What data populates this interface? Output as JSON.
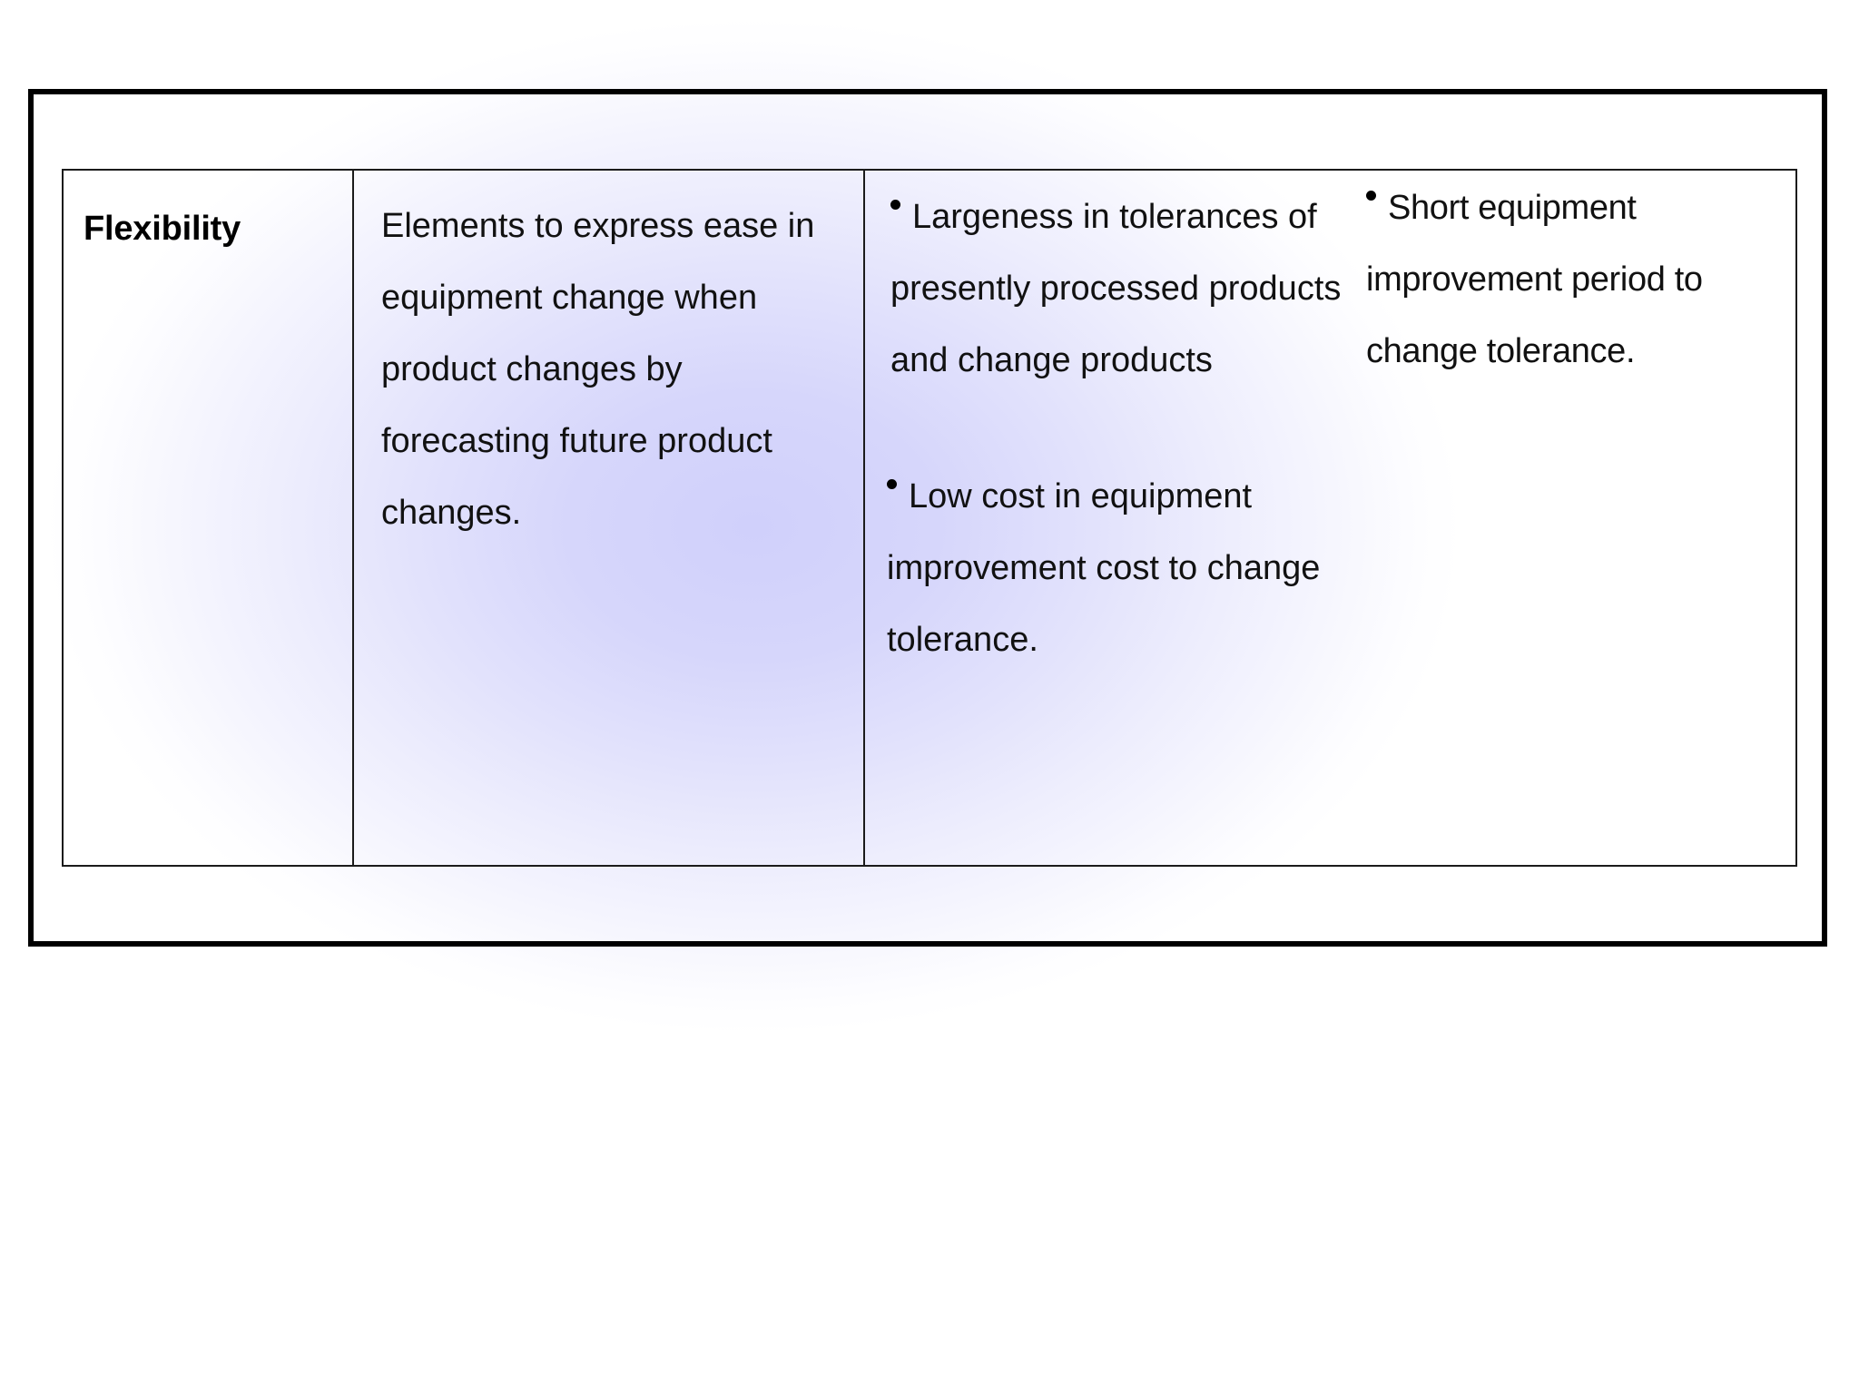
{
  "table": {
    "row": {
      "category_label": "Flexibility",
      "description": "Elements to express ease in equipment change when product changes by forecasting future product changes.",
      "items_left": [
        {
          "bullet": "round-dot",
          "text": "Largeness in tolerances of presently processed products and change products"
        },
        {
          "bullet": "round-dot",
          "text": "Low cost in equipment improvement cost to change tolerance."
        }
      ],
      "items_right": [
        {
          "bullet": "round-dot",
          "text": "Short equipment improvement period to change tolerance."
        }
      ]
    }
  },
  "style": {
    "frame_color": "#000000",
    "grid_color": "#1b1b1b",
    "text_color": "#111111",
    "glow_color": "#d0d0fb",
    "page_background": "#ffffff"
  }
}
